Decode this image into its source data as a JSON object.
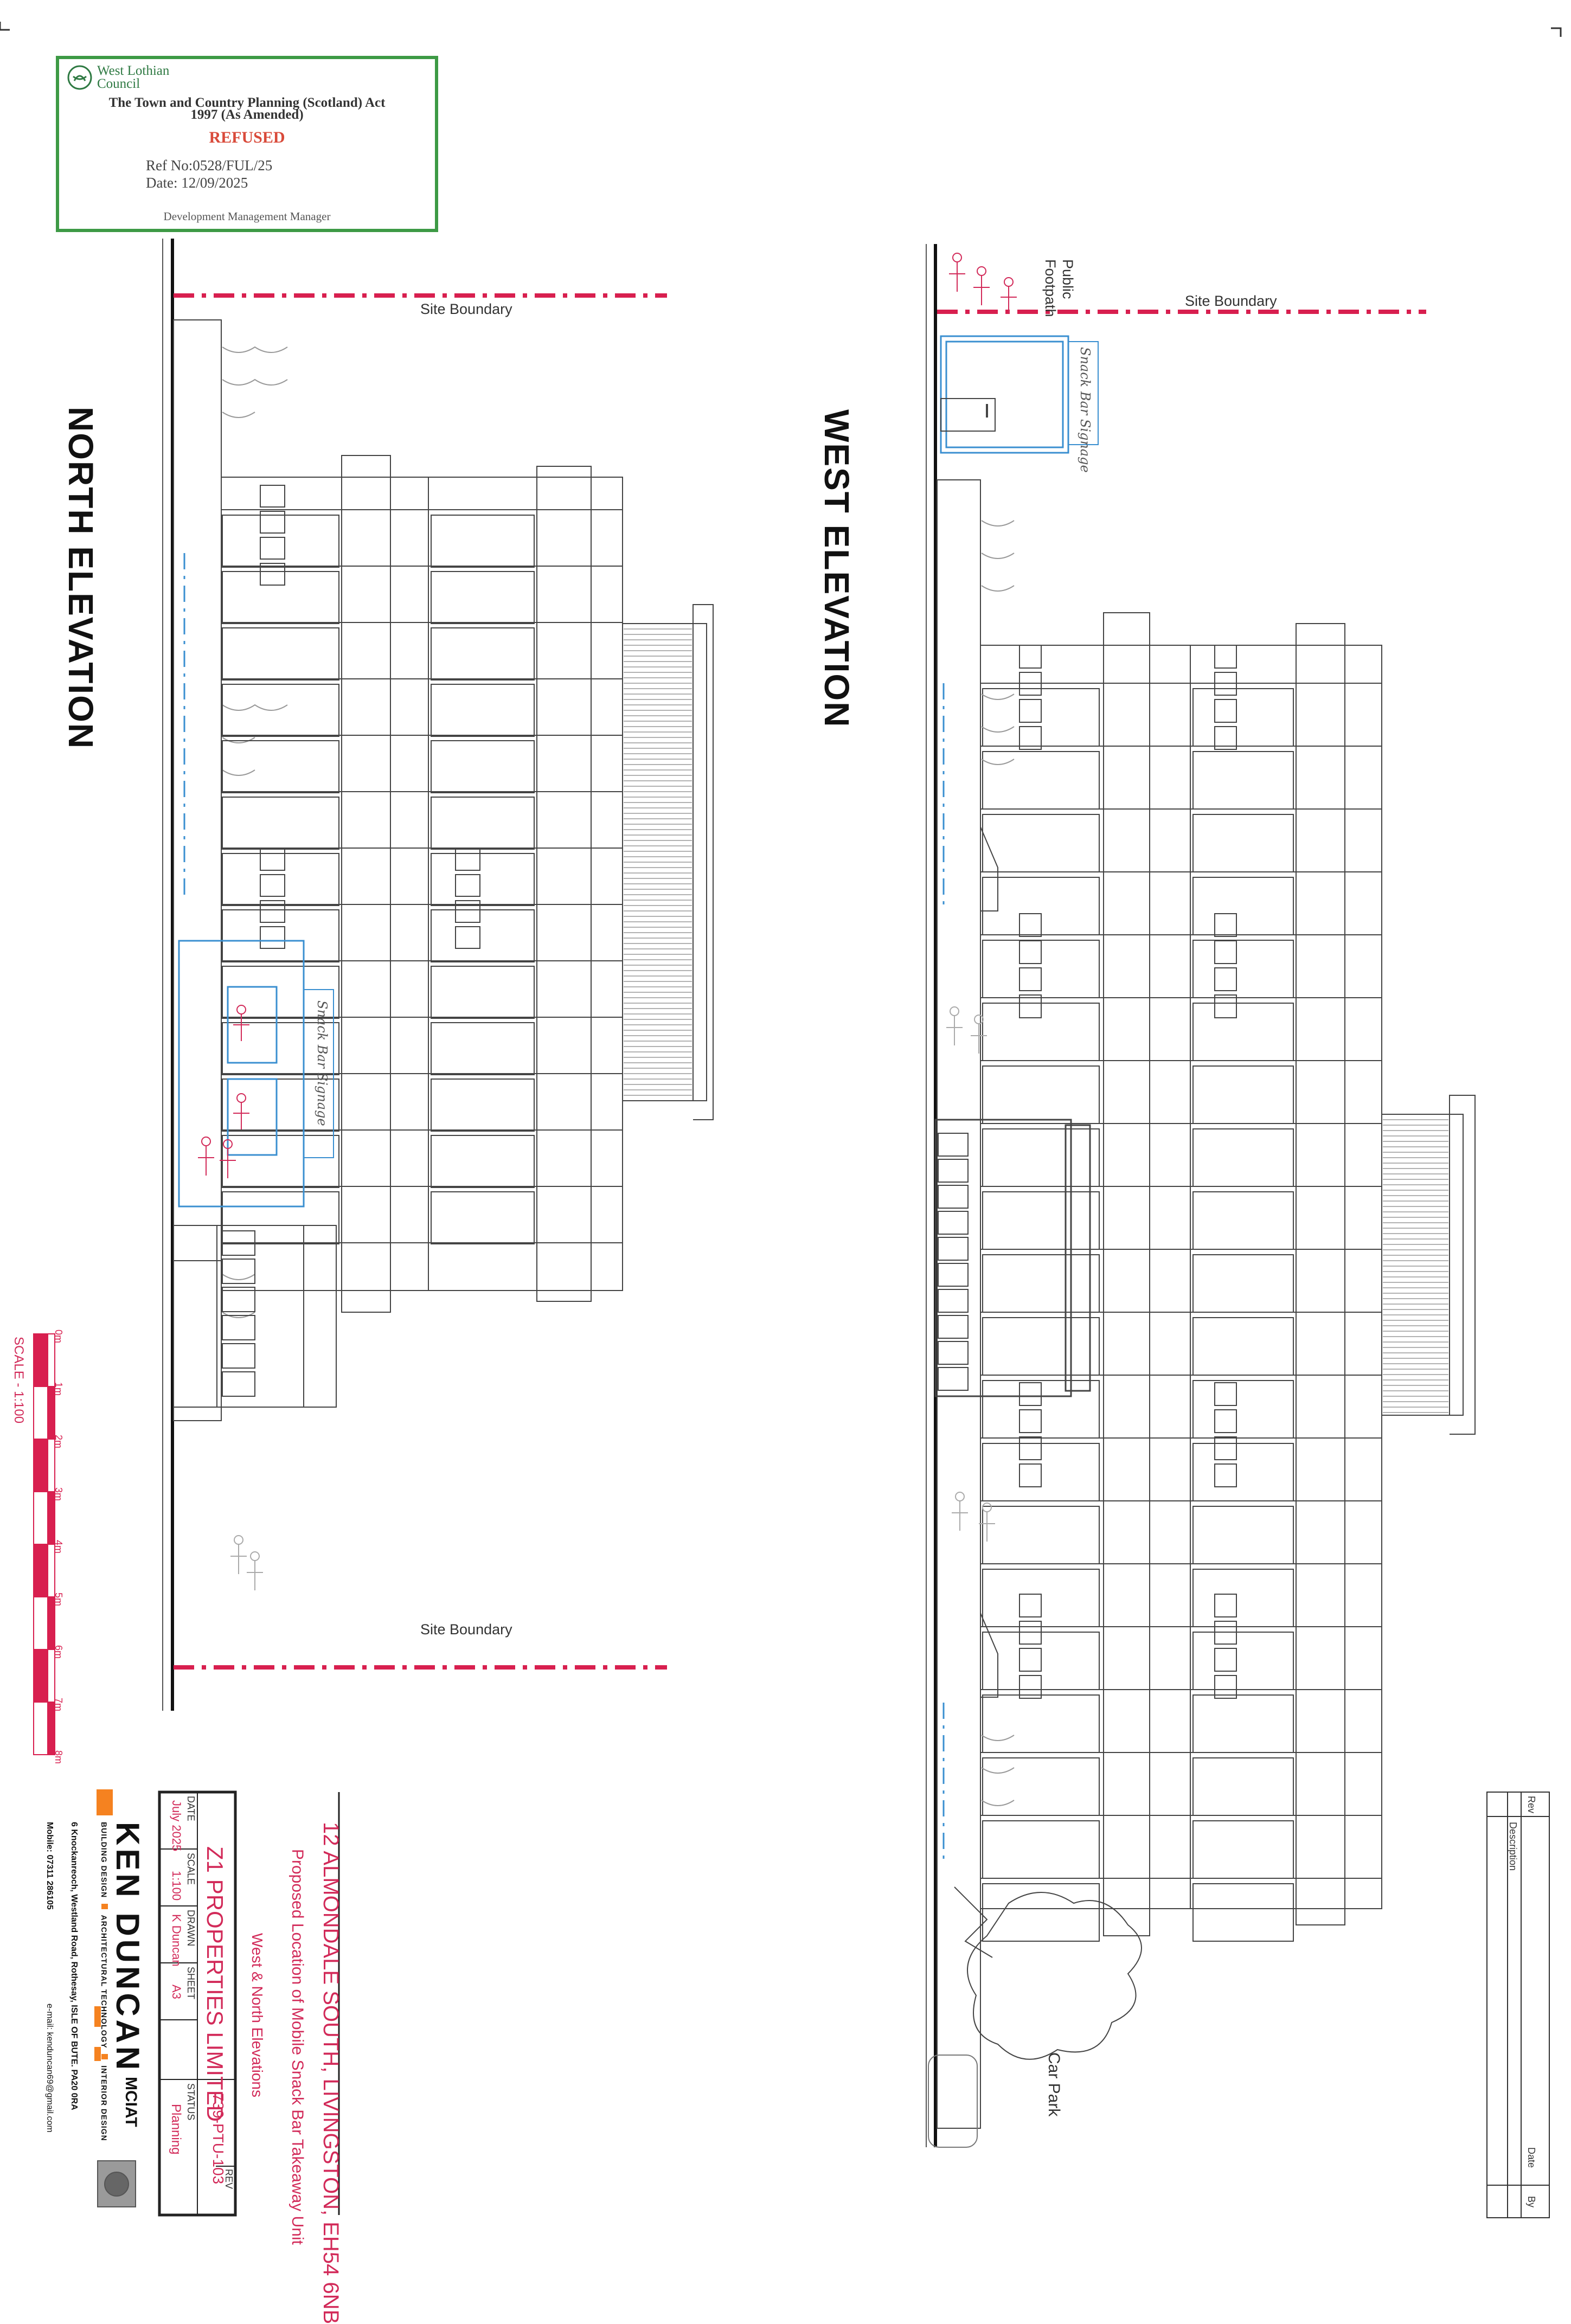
{
  "stamp": {
    "council_line1": "West Lothian",
    "council_line2": "Council",
    "act_line1": "The Town and Country Planning (Scotland) Act",
    "act_line2": "1997 (As Amended)",
    "decision": "REFUSED",
    "ref": "Ref No:0528/FUL/25",
    "date": "Date: 12/09/2025",
    "signatory": "Development Management Manager",
    "colors": {
      "border": "#3d9a45",
      "decision": "#d94a3a",
      "logo": "#2f7a43"
    }
  },
  "north_elevation": {
    "title": "NORTH ELEVATION",
    "site_boundary_top": "Site Boundary",
    "site_boundary_bottom": "Site Boundary",
    "signage": "Snack Bar Signage"
  },
  "west_elevation": {
    "title": "WEST ELEVATION",
    "site_boundary": "Site Boundary",
    "footpath_line1": "Public",
    "footpath_line2": "Footpath",
    "signage": "Snack Bar Signage",
    "car_park": "Car Park"
  },
  "scale_bar": {
    "label": "SCALE - 1:100",
    "ticks": [
      "0m",
      "1m",
      "2m",
      "3m",
      "4m",
      "5m",
      "6m",
      "7m",
      "8m"
    ],
    "color": "#d81f4f"
  },
  "title_block": {
    "address": "12 ALMONDALE SOUTH, LIVINGSTON, EH54 6NB",
    "project": "Proposed Location of Mobile Snack Bar Takeaway Unit",
    "drawing_title": "West & North Elevations",
    "client": "Z1 PROPERTIES LIMITED",
    "drawing_no": "739-PTU-103",
    "rev_label": "REV",
    "fields": {
      "date_label": "DATE",
      "date": "July 2025",
      "scale_label": "SCALE",
      "scale": "1:100",
      "drawn_label": "DRAWN",
      "drawn": "K Duncan",
      "sheet_label": "SHEET",
      "sheet": "A3",
      "status_label": "STATUS",
      "status": "Planning"
    },
    "firm_name": "KEN DUNCAN",
    "firm_suffix": "MCIAT",
    "firm_services": [
      "BUILDING DESIGN",
      "ARCHITECTURAL TECHNOLOGY",
      "INTERIOR DESIGN"
    ],
    "firm_address": "6 Knockanreoch, Westland Road, Rothesay, ISLE OF BUTE. PA20 0RA",
    "firm_mobile": "Mobile: 07311 286105",
    "firm_email": "e-mail: kenduncan69@gmail.com",
    "accent": "#f58220",
    "red": "#d22a59"
  },
  "revision_table": {
    "headers": [
      "Rev",
      "Description",
      "Date",
      "By"
    ]
  }
}
